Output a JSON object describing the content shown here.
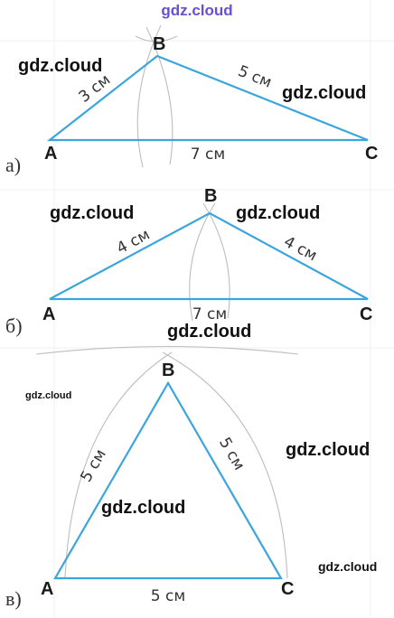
{
  "watermark_text": "gdz.cloud",
  "panels": [
    {
      "label": "а)",
      "vertices": {
        "A": "A",
        "B": "B",
        "C": "C"
      },
      "sides": {
        "AB": "3 см",
        "BC": "5 см",
        "AC": "7 см"
      }
    },
    {
      "label": "б)",
      "vertices": {
        "A": "A",
        "B": "B",
        "C": "C"
      },
      "sides": {
        "AB": "4 см",
        "BC": "4 см",
        "AC": "7 см"
      }
    },
    {
      "label": "в)",
      "vertices": {
        "A": "A",
        "B": "B",
        "C": "C"
      },
      "sides": {
        "AB": "5 см",
        "BC": "5 см",
        "AC": "5 см"
      }
    }
  ],
  "colors": {
    "side": "#3aa6dd",
    "arc": "#bdbdbd",
    "watermark_top": "#6a4fd0"
  }
}
